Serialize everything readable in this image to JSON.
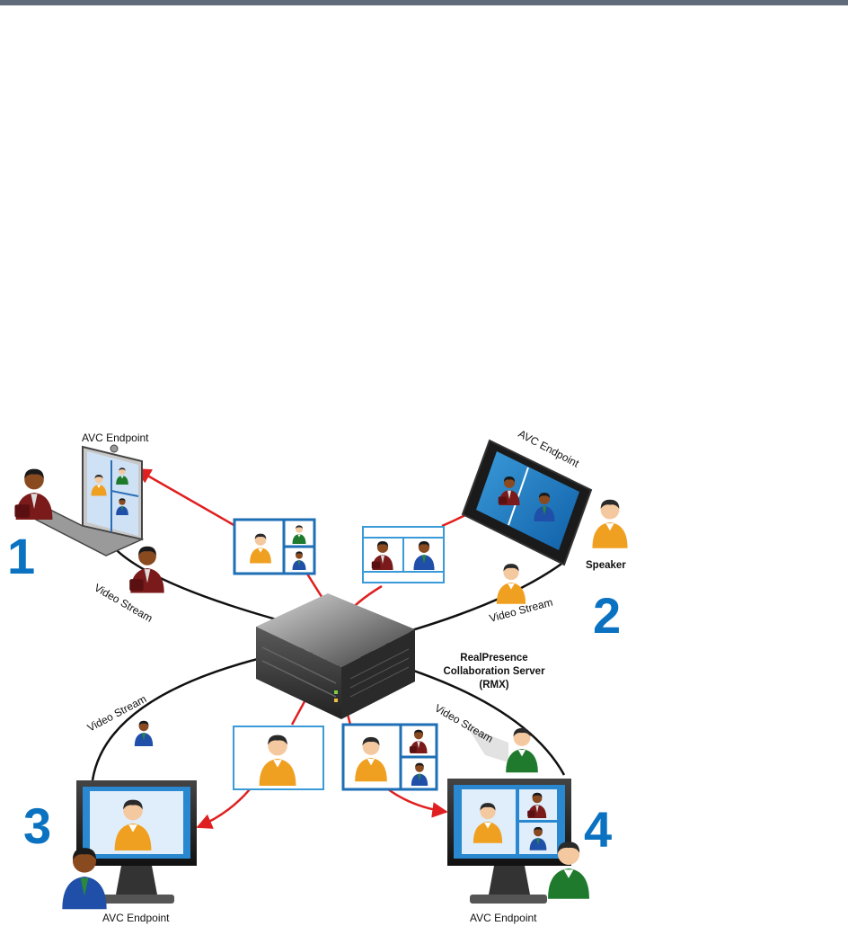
{
  "labels": {
    "endpoint1": "AVC Endpoint",
    "endpoint2": "AVC Endpoint",
    "endpoint3": "AVC Endpoint",
    "endpoint4": "AVC Endpoint",
    "speaker": "Speaker",
    "stream1": "Video Stream",
    "stream2": "Video Stream",
    "stream3": "Video Stream",
    "stream4": "Video Stream",
    "server_line1": "RealPresence",
    "server_line2": "Collaboration Server",
    "server_line3": "(RMX)"
  },
  "numbers": {
    "n1": "1",
    "n2": "2",
    "n3": "3",
    "n4": "4"
  },
  "colors": {
    "topbar": "#5f6b78",
    "number_blue": "#0a72c0",
    "arrow_red": "#e02020",
    "arrow_black": "#111111",
    "frame_blue": "#1e6fb5",
    "person_orange": "#f0a020",
    "person_green": "#1f7a2e",
    "person_maroon": "#7a1a1a",
    "person_blue": "#1f4fa8"
  },
  "icons": [
    "laptop-icon",
    "tablet-icon",
    "monitor-icon",
    "server-icon",
    "person-icon"
  ]
}
